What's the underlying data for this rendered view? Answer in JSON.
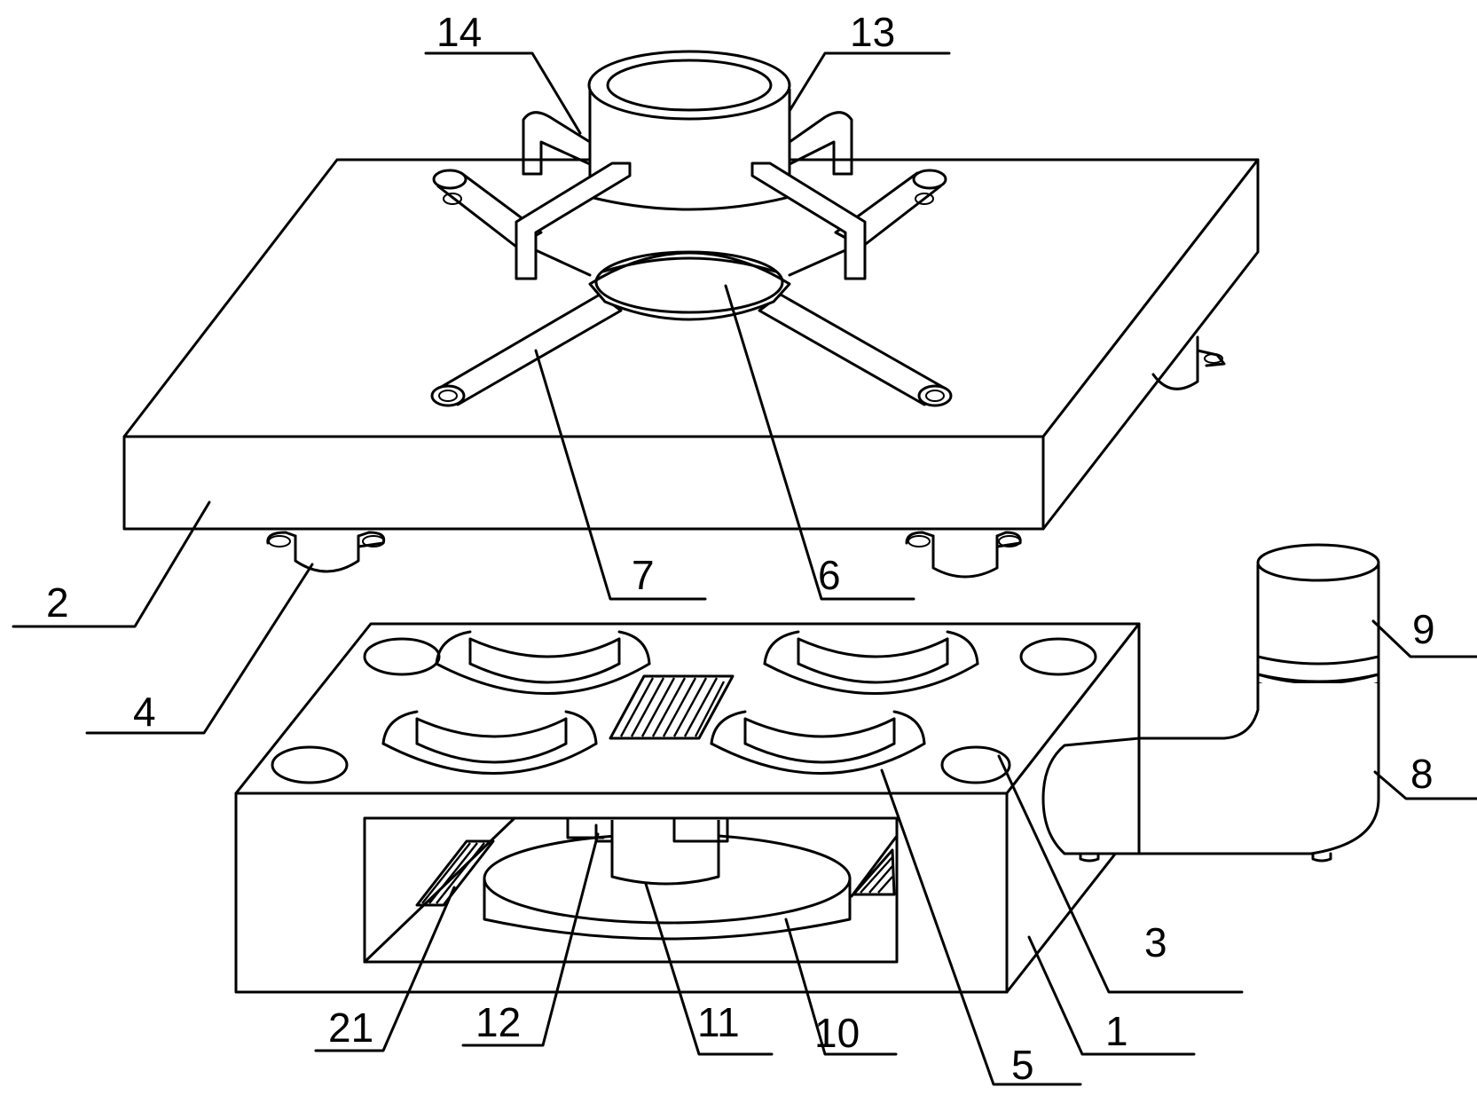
{
  "labels": {
    "l1": "1",
    "l2": "2",
    "l3": "3",
    "l4": "4",
    "l5": "5",
    "l6": "6",
    "l7": "7",
    "l8": "8",
    "l9": "9",
    "l10": "10",
    "l11": "11",
    "l12": "12",
    "l13": "13",
    "l14": "14",
    "l21": "21"
  }
}
